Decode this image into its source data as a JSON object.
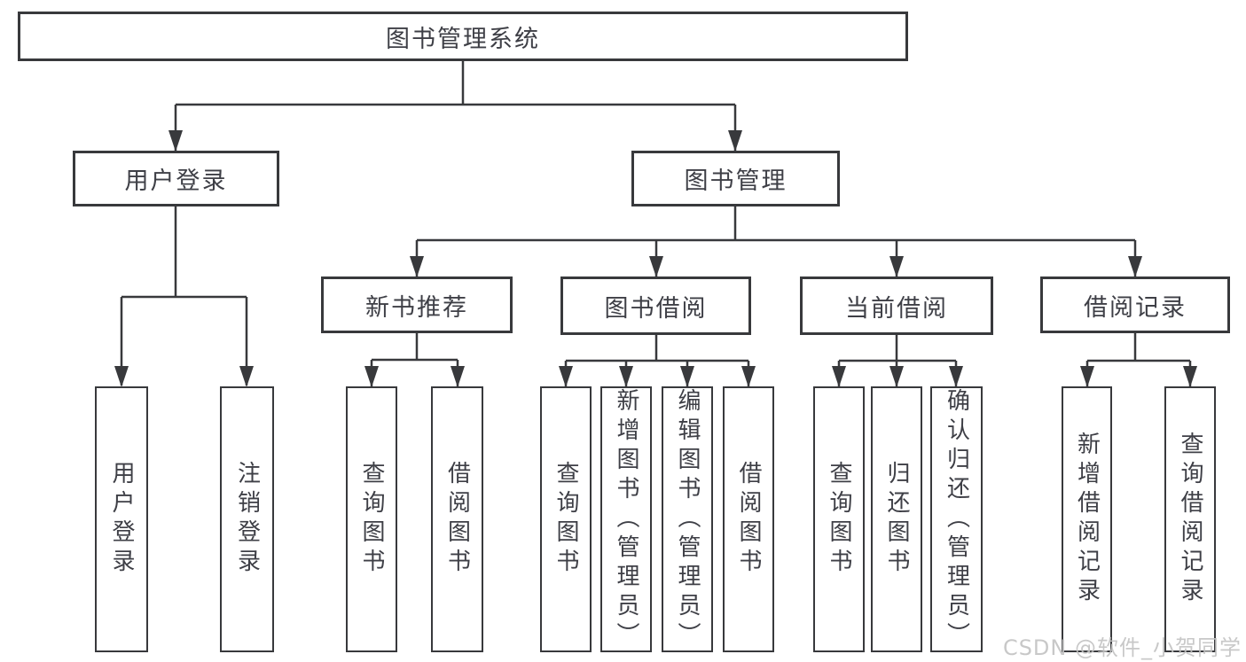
{
  "diagram": {
    "root": {
      "label": "图书管理系统"
    },
    "level2": [
      {
        "label": "用户登录"
      },
      {
        "label": "图书管理"
      }
    ],
    "level3": [
      {
        "label": "新书推荐"
      },
      {
        "label": "图书借阅"
      },
      {
        "label": "当前借阅"
      },
      {
        "label": "借阅记录"
      }
    ],
    "leaves": [
      {
        "label": "用户登录"
      },
      {
        "label": "注销登录"
      },
      {
        "label": "查询图书"
      },
      {
        "label": "借阅图书"
      },
      {
        "label": "查询图书"
      },
      {
        "label": "新增图书（管理员）"
      },
      {
        "label": "编辑图书（管理员）"
      },
      {
        "label": "借阅图书"
      },
      {
        "label": "查询图书"
      },
      {
        "label": "归还图书"
      },
      {
        "label": "确认归还（管理员）"
      },
      {
        "label": "新增借阅记录"
      },
      {
        "label": "查询借阅记录"
      }
    ]
  },
  "watermark": "CSDN @软件_小贺同学",
  "colors": {
    "line": "#38393c",
    "text": "#3e3f46",
    "watermark": "#c3c3c3",
    "background": "#ffffff"
  }
}
